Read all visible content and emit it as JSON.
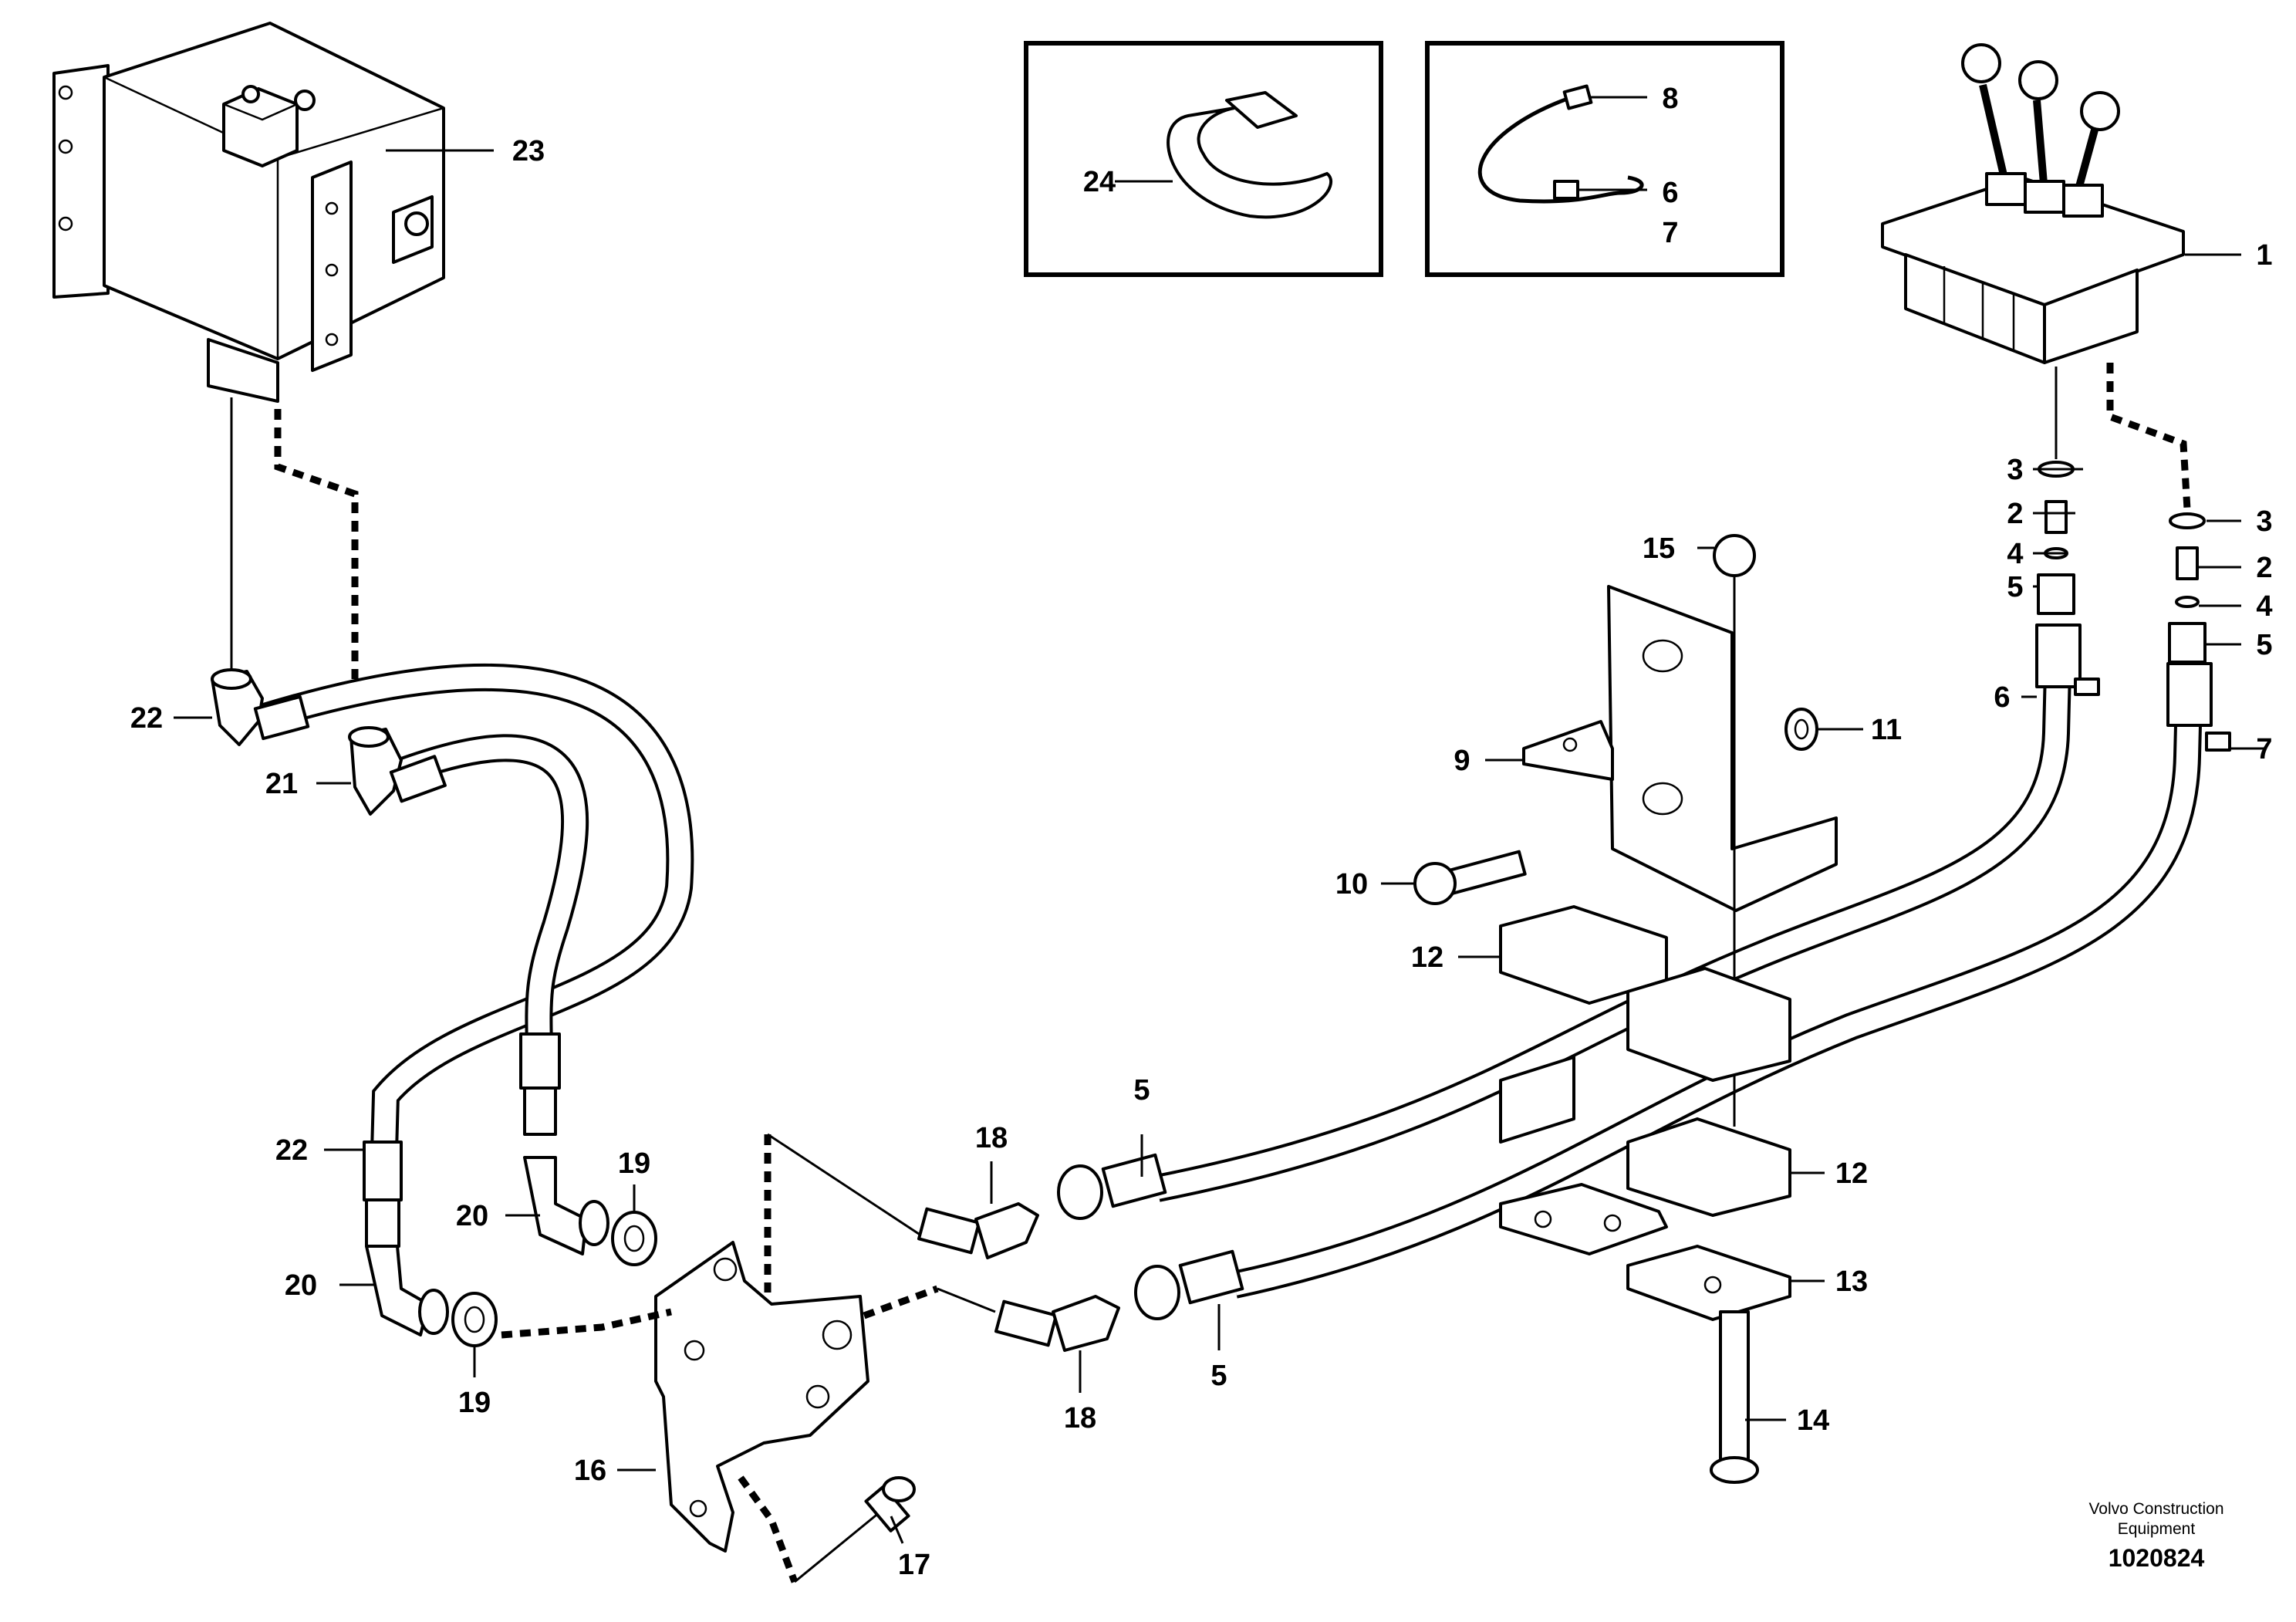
{
  "figure": {
    "footer": {
      "company_line1": "Volvo Construction",
      "company_line2": "Equipment",
      "figure_id": "1020824"
    },
    "callouts": [
      {
        "id": "c1",
        "text": "1"
      },
      {
        "id": "c2a",
        "text": "2"
      },
      {
        "id": "c2b",
        "text": "2"
      },
      {
        "id": "c3a",
        "text": "3"
      },
      {
        "id": "c3b",
        "text": "3"
      },
      {
        "id": "c4a",
        "text": "4"
      },
      {
        "id": "c4b",
        "text": "4"
      },
      {
        "id": "c5a",
        "text": "5"
      },
      {
        "id": "c5b",
        "text": "5"
      },
      {
        "id": "c5c",
        "text": "5"
      },
      {
        "id": "c5d",
        "text": "5"
      },
      {
        "id": "c6a",
        "text": "6"
      },
      {
        "id": "c6b",
        "text": "6"
      },
      {
        "id": "c7a",
        "text": "7"
      },
      {
        "id": "c7b",
        "text": "7"
      },
      {
        "id": "c8",
        "text": "8"
      },
      {
        "id": "c9",
        "text": "9"
      },
      {
        "id": "c10",
        "text": "10"
      },
      {
        "id": "c11",
        "text": "11"
      },
      {
        "id": "c12a",
        "text": "12"
      },
      {
        "id": "c12b",
        "text": "12"
      },
      {
        "id": "c13",
        "text": "13"
      },
      {
        "id": "c14",
        "text": "14"
      },
      {
        "id": "c15",
        "text": "15"
      },
      {
        "id": "c16",
        "text": "16"
      },
      {
        "id": "c17",
        "text": "17"
      },
      {
        "id": "c18a",
        "text": "18"
      },
      {
        "id": "c18b",
        "text": "18"
      },
      {
        "id": "c19a",
        "text": "19"
      },
      {
        "id": "c19b",
        "text": "19"
      },
      {
        "id": "c20a",
        "text": "20"
      },
      {
        "id": "c20b",
        "text": "20"
      },
      {
        "id": "c21",
        "text": "21"
      },
      {
        "id": "c22a",
        "text": "22"
      },
      {
        "id": "c22b",
        "text": "22"
      },
      {
        "id": "c23",
        "text": "23"
      },
      {
        "id": "c24",
        "text": "24"
      }
    ]
  }
}
